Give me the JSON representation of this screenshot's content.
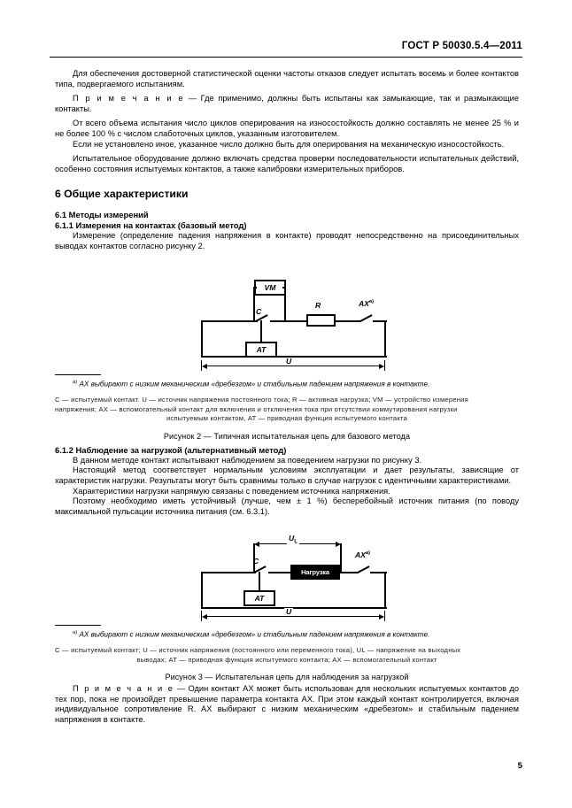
{
  "header": {
    "standard_id": "ГОСТ Р 50030.5.4—2011"
  },
  "page_number": "5",
  "intro": {
    "p1": "Для обеспечения достоверной статистической оценки частоты отказов следует испытать восемь и более контактов типа, подвергаемого испытаниям.",
    "note1_label": "П р и м е ч а н и е",
    "note1_text": " — Где применимо, должны быть испытаны как замыкающие, так и размыкающие контакты.",
    "p2": "От всего объема испытания число циклов оперирования на износостойкость должно составлять не менее 25 % и не более 100 % с числом слаботочных циклов, указанным изготовителем.",
    "p3": "Если не установлено иное, указанное число должно быть для оперирования на механическую износостойкость.",
    "p4": "Испытательное оборудование должно включать средства проверки последовательности испытательных действий, особенно состояния испытуемых контактов, а также калибровки измерительных приборов."
  },
  "section6": {
    "title": "6 Общие характеристики",
    "s61_title": "6.1 Методы измерений",
    "s611_title": "6.1.1 Измерения на контактах (базовый метод)",
    "s611_text": "Измерение (определение падения напряжения в контакте) проводят непосредственно на присоединительных выводах контактов согласно рисунку 2.",
    "s612_title": "6.1.2 Наблюдение за нагрузкой (альтернативный метод)",
    "s612_p1": "В данном методе контакт испытывают наблюдением за поведением нагрузки по рисунку 3.",
    "s612_p2": "Настоящий метод соответствует нормальным условиям эксплуатации и дает результаты, зависящие от характеристик нагрузки. Результаты могут быть сравнимы только в случае нагрузок с идентичными характеристиками.",
    "s612_p3": "Характеристики нагрузки напрямую связаны с поведением источника напряжения.",
    "s612_p4": "Поэтому необходимо иметь устойчивый (лучше, чем ± 1 %) бесперебойный источник питания (по поводу максимальной пульсации источника питания (см. 6.3.1)."
  },
  "figure2": {
    "components": {
      "voltmeter": "VM",
      "contact": "C",
      "actuator": "AT",
      "resistor": "R",
      "aux_contact": "AX",
      "aux_contact_sup": "a)",
      "voltage_dim": "U"
    },
    "footnote_marker": "a)",
    "footnote_text": "AX выбирают с низким механическим «дребезгом» и стабильным падением напряжения в контакте.",
    "legend_line1": "C — испытуемый контакт. U — источник напряжения постоянного тока; R — активная нагрузка; VM — устройство измерения",
    "legend_line2": "напряжения; AX — вспомогательный контакт для включения и отключения тока при отсутствии коммутирования нагрузки",
    "legend_line3": "испытуемым контактом, AT — приводная функция испытуемого контакта",
    "caption": "Рисунок 2 — Типичная испытательная цепь для базового метода"
  },
  "figure3": {
    "components": {
      "contact": "C",
      "actuator": "AT",
      "load": "Нагрузка",
      "aux_contact": "AX",
      "aux_contact_sup": "a)",
      "load_voltage_dim": "U",
      "load_voltage_dim_sub": "L",
      "voltage_dim": "U"
    },
    "footnote_marker": "a)",
    "footnote_text": "AX выбирают с низким механическим «дребезгом» и стабильным падением напряжения в контакте.",
    "legend_line1": "C — испытуемый контакт; U — источник напряжения (постоянного или переменного тока), UL — напряжение на выходных",
    "legend_line2": "выводах; AT — приводная функция испытуемого контакта; AX — вспомогательный контакт",
    "caption": "Рисунок 3 — Испытательная цепь для наблюдения за нагрузкой"
  },
  "final_note": {
    "label": "П р и м е ч а н и е",
    "text": " — Один контакт AX может быть использован для нескольких испытуемых контактов до тех пор, пока не произойдет превышение параметра контакта AX. При этом каждый контакт контролируется, включая индивидуальное сопротивление R. AX выбирают с низким механическим «дребезгом» и стабильным падением напряжения в контакте."
  }
}
